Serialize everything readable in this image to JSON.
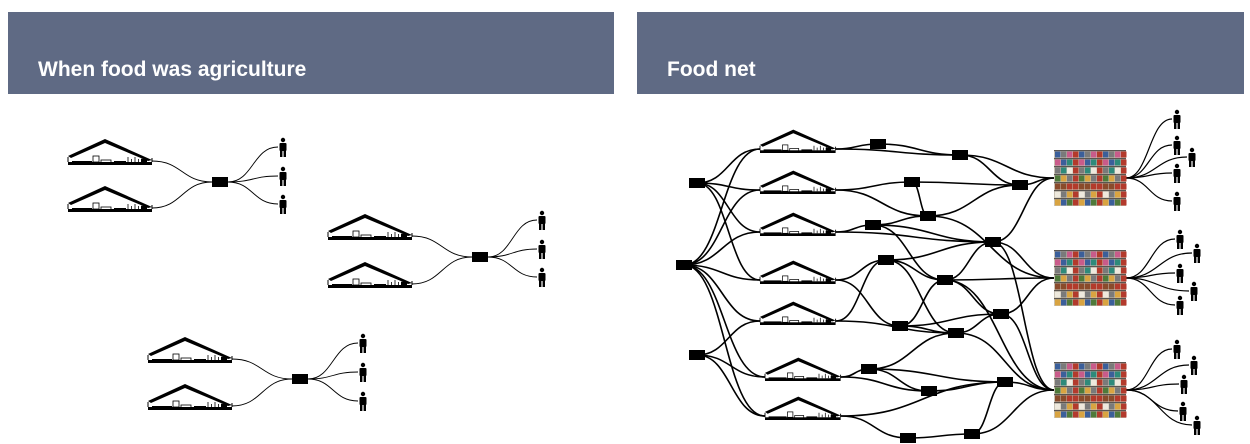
{
  "left_panel": {
    "title": "When food was agriculture",
    "header_color": "#5f6a84"
  },
  "right_panel": {
    "title": "Food net",
    "header_color": "#5f6a84"
  },
  "icons": {
    "farm": "farm-icon",
    "distributor": "distributor-node",
    "person": "person-icon",
    "supermarket": "supermarket-shelf-image"
  },
  "colors": {
    "line": "#000000",
    "background": "#ffffff",
    "header_text": "#ffffff"
  }
}
